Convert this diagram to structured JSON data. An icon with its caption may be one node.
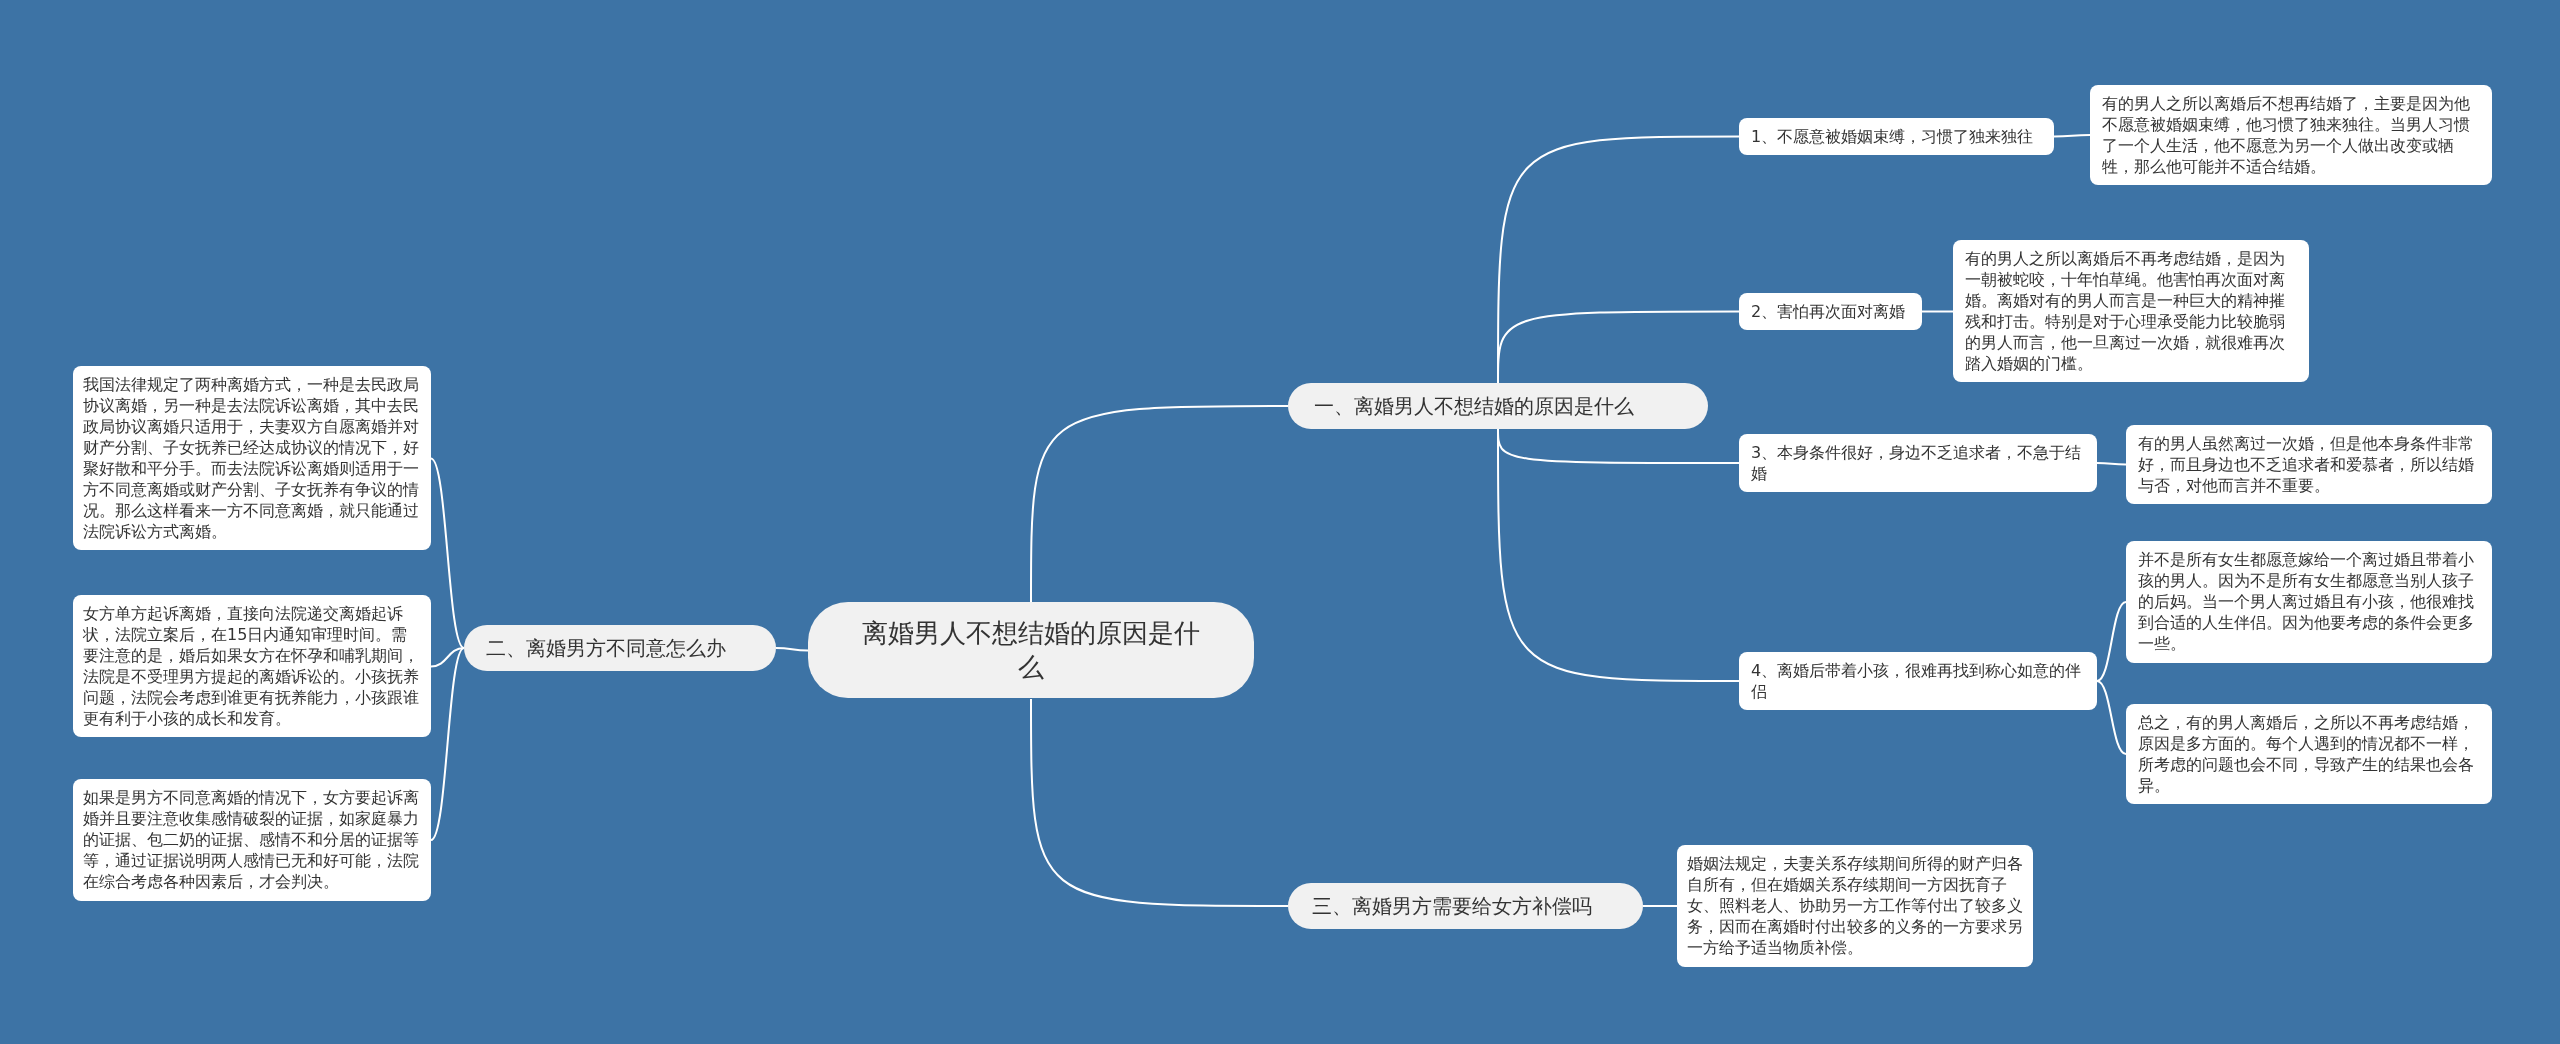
{
  "diagram": {
    "nodes": [
      {
        "text": [
          "离婚男人不想结婚的原因是什么"
        ]
      },
      {
        "text": [
          "一、离婚男人不想结婚的原因是什么"
        ]
      },
      {
        "text": [
          "1、不愿意被婚姻束缚，习惯了独来独往"
        ]
      },
      {
        "text": [
          "有的男人之所以离婚后不想再结婚了，主要是因为他不愿意被婚姻束缚，他习惯了独来独往。当男人习惯了一个人生活，他不愿意为另一个人做出改变或牺牲，那么他可能并不适合结婚。"
        ]
      },
      {
        "text": [
          "2、害怕再次面对离婚"
        ]
      },
      {
        "text": [
          "有的男人之所以离婚后不再考虑结婚，是因为一朝被蛇咬，十年怕草绳。他害怕再次面对离婚。离婚对有的男人而言是一种巨大的精神摧残和打击。特别是对于心理承受能力比较脆弱的男人而言，他一旦离过一次婚，就很难再次踏入婚姻的门槛。"
        ]
      },
      {
        "text": [
          "3、本身条件很好，身边不乏追求者，不急于结婚"
        ]
      },
      {
        "text": [
          "有的男人虽然离过一次婚，但是他本身条件非常好，而且身边也不乏追求者和爱慕者，所以结婚与否，对他而言并不重要。"
        ]
      },
      {
        "text": [
          "4、离婚后带着小孩，很难再找到称心如意的伴侣"
        ]
      },
      {
        "text": [
          "并不是所有女生都愿意嫁给一个离过婚且带着小孩的男人。因为不是所有女生都愿意当别人孩子的后妈。当一个男人离过婚且有小孩，他很难找到合适的人生伴侣。因为他要考虑的条件会更多一些。"
        ]
      },
      {
        "text": [
          "总之，有的男人离婚后，之所以不再考虑结婚，原因是多方面的。每个人遇到的情况都不一样，所考虑的问题也会不同，导致产生的结果也会各异。"
        ]
      },
      {
        "text": [
          "二、离婚男方不同意怎么办"
        ]
      },
      {
        "text": [
          "我国法律规定了两种离婚方式，一种是去民政局协议离婚，另一种是去法院诉讼离婚，其中去民政局协议离婚只适用于，夫妻双方自愿离婚并对财产分割、子女抚养已经达成协议的情况下，好聚好散和平分手。而去法院诉讼离婚则适用于一方不同意离婚或财产分割、子女抚养有争议的情况。那么这样看来一方不同意离婚，就只能通过法院诉讼方式离婚。"
        ]
      },
      {
        "text": [
          "女方单方起诉离婚，直接向法院递交离婚起诉状，法院立案后，在15日内通知审理时间。需要注意的是，婚后如果女方在怀孕和哺乳期间，法院是不受理男方提起的离婚诉讼的。小孩抚养问题，法院会考虑到谁更有抚养能力，小孩跟谁更有利于小孩的成长和发育。"
        ]
      },
      {
        "text": [
          "如果是男方不同意离婚的情况下，女方要起诉离婚并且要注意收集感情破裂的证据，如家庭暴力的证据、包二奶的证据、感情不和分居的证据等等，通过证据说明两人感情已无和好可能，法院在综合考虑各种因素后，才会判决。"
        ]
      },
      {
        "text": [
          "三、离婚男方需要给女方补偿吗"
        ]
      },
      {
        "text": [
          "婚姻法规定，夫妻关系存续期间所得的财产归各自所有，但在婚姻关系存续期间一方因抚育子女、照料老人、协助另一方工作等付出了较多义务，因而在离婚时付出较多的义务的一方要求另一方给予适当物质补偿。"
        ]
      }
    ],
    "edges": [
      {
        "from": 0,
        "to": 1,
        "arrow": "none"
      },
      {
        "from": 1,
        "to": 2,
        "arrow": "none"
      },
      {
        "from": 2,
        "to": 3,
        "arrow": "none"
      },
      {
        "from": 1,
        "to": 4,
        "arrow": "none"
      },
      {
        "from": 4,
        "to": 5,
        "arrow": "none"
      },
      {
        "from": 1,
        "to": 6,
        "arrow": "none"
      },
      {
        "from": 6,
        "to": 7,
        "arrow": "none"
      },
      {
        "from": 1,
        "to": 8,
        "arrow": "none"
      },
      {
        "from": 8,
        "to": 9,
        "arrow": "none"
      },
      {
        "from": 8,
        "to": 10,
        "arrow": "none"
      },
      {
        "from": 0,
        "to": 11,
        "arrow": "none"
      },
      {
        "from": 11,
        "to": 12,
        "arrow": "none"
      },
      {
        "from": 11,
        "to": 13,
        "arrow": "none"
      },
      {
        "from": 11,
        "to": 14,
        "arrow": "none"
      },
      {
        "from": 0,
        "to": 15,
        "arrow": "none"
      },
      {
        "from": 15,
        "to": 16,
        "arrow": "none"
      }
    ]
  }
}
